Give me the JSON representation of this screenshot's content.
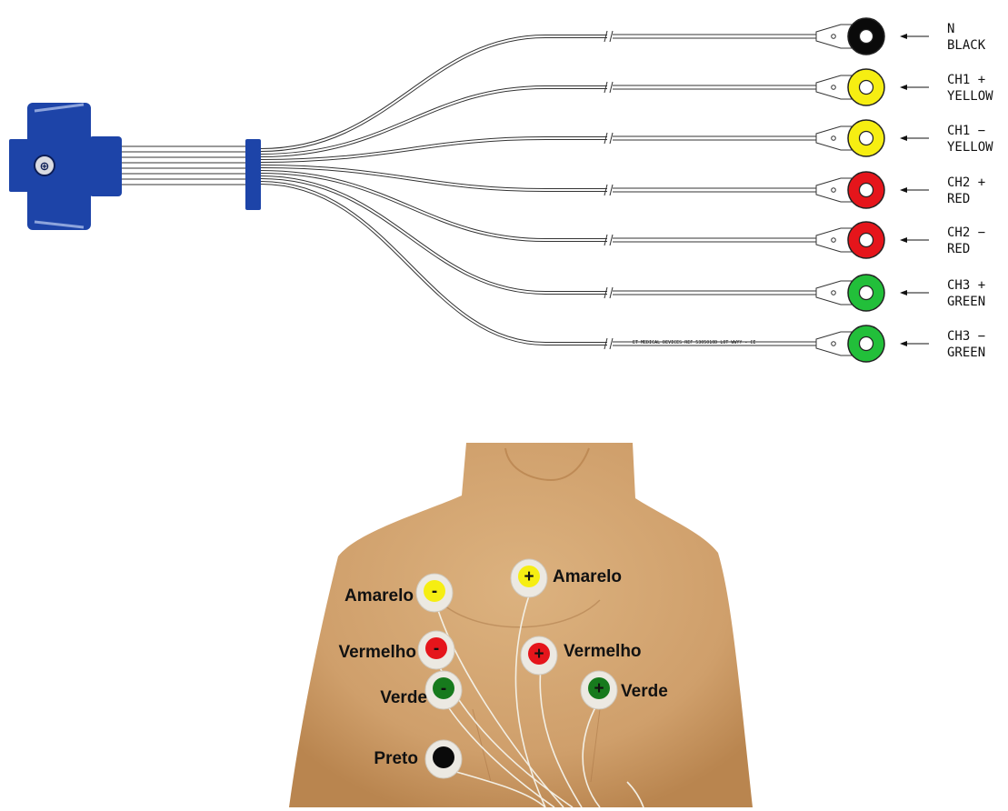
{
  "leads": [
    {
      "code": "N",
      "color_name": "BLACK",
      "color": "#0a0a0a"
    },
    {
      "code": "CH1 +",
      "color_name": "YELLOW",
      "color": "#f6ee12"
    },
    {
      "code": "CH1 −",
      "color_name": "YELLOW",
      "color": "#f6ee12"
    },
    {
      "code": "CH2 +",
      "color_name": "RED",
      "color": "#e5151b"
    },
    {
      "code": "CH2 −",
      "color_name": "RED",
      "color": "#e5151b"
    },
    {
      "code": "CH3 +",
      "color_name": "GREEN",
      "color": "#22bf3a"
    },
    {
      "code": "CH3 −",
      "color_name": "GREEN",
      "color": "#22bf3a"
    }
  ],
  "cable_print": "ET MEDICAL DEVICES REF 5305010D LOT WWYY - CE",
  "connector_color": "#1d44a8",
  "electrodes": [
    {
      "label": "Amarelo",
      "sign": "-",
      "color": "#f6ee12"
    },
    {
      "label": "Amarelo",
      "sign": "+",
      "color": "#f6ee12"
    },
    {
      "label": "Vermelho",
      "sign": "-",
      "color": "#e5151b"
    },
    {
      "label": "Vermelho",
      "sign": "+",
      "color": "#e5151b"
    },
    {
      "label": "Verde",
      "sign": "-",
      "color": "#177a1d"
    },
    {
      "label": "Verde",
      "sign": "+",
      "color": "#177a1d"
    },
    {
      "label": "Preto",
      "sign": "",
      "color": "#0a0a0a"
    }
  ]
}
